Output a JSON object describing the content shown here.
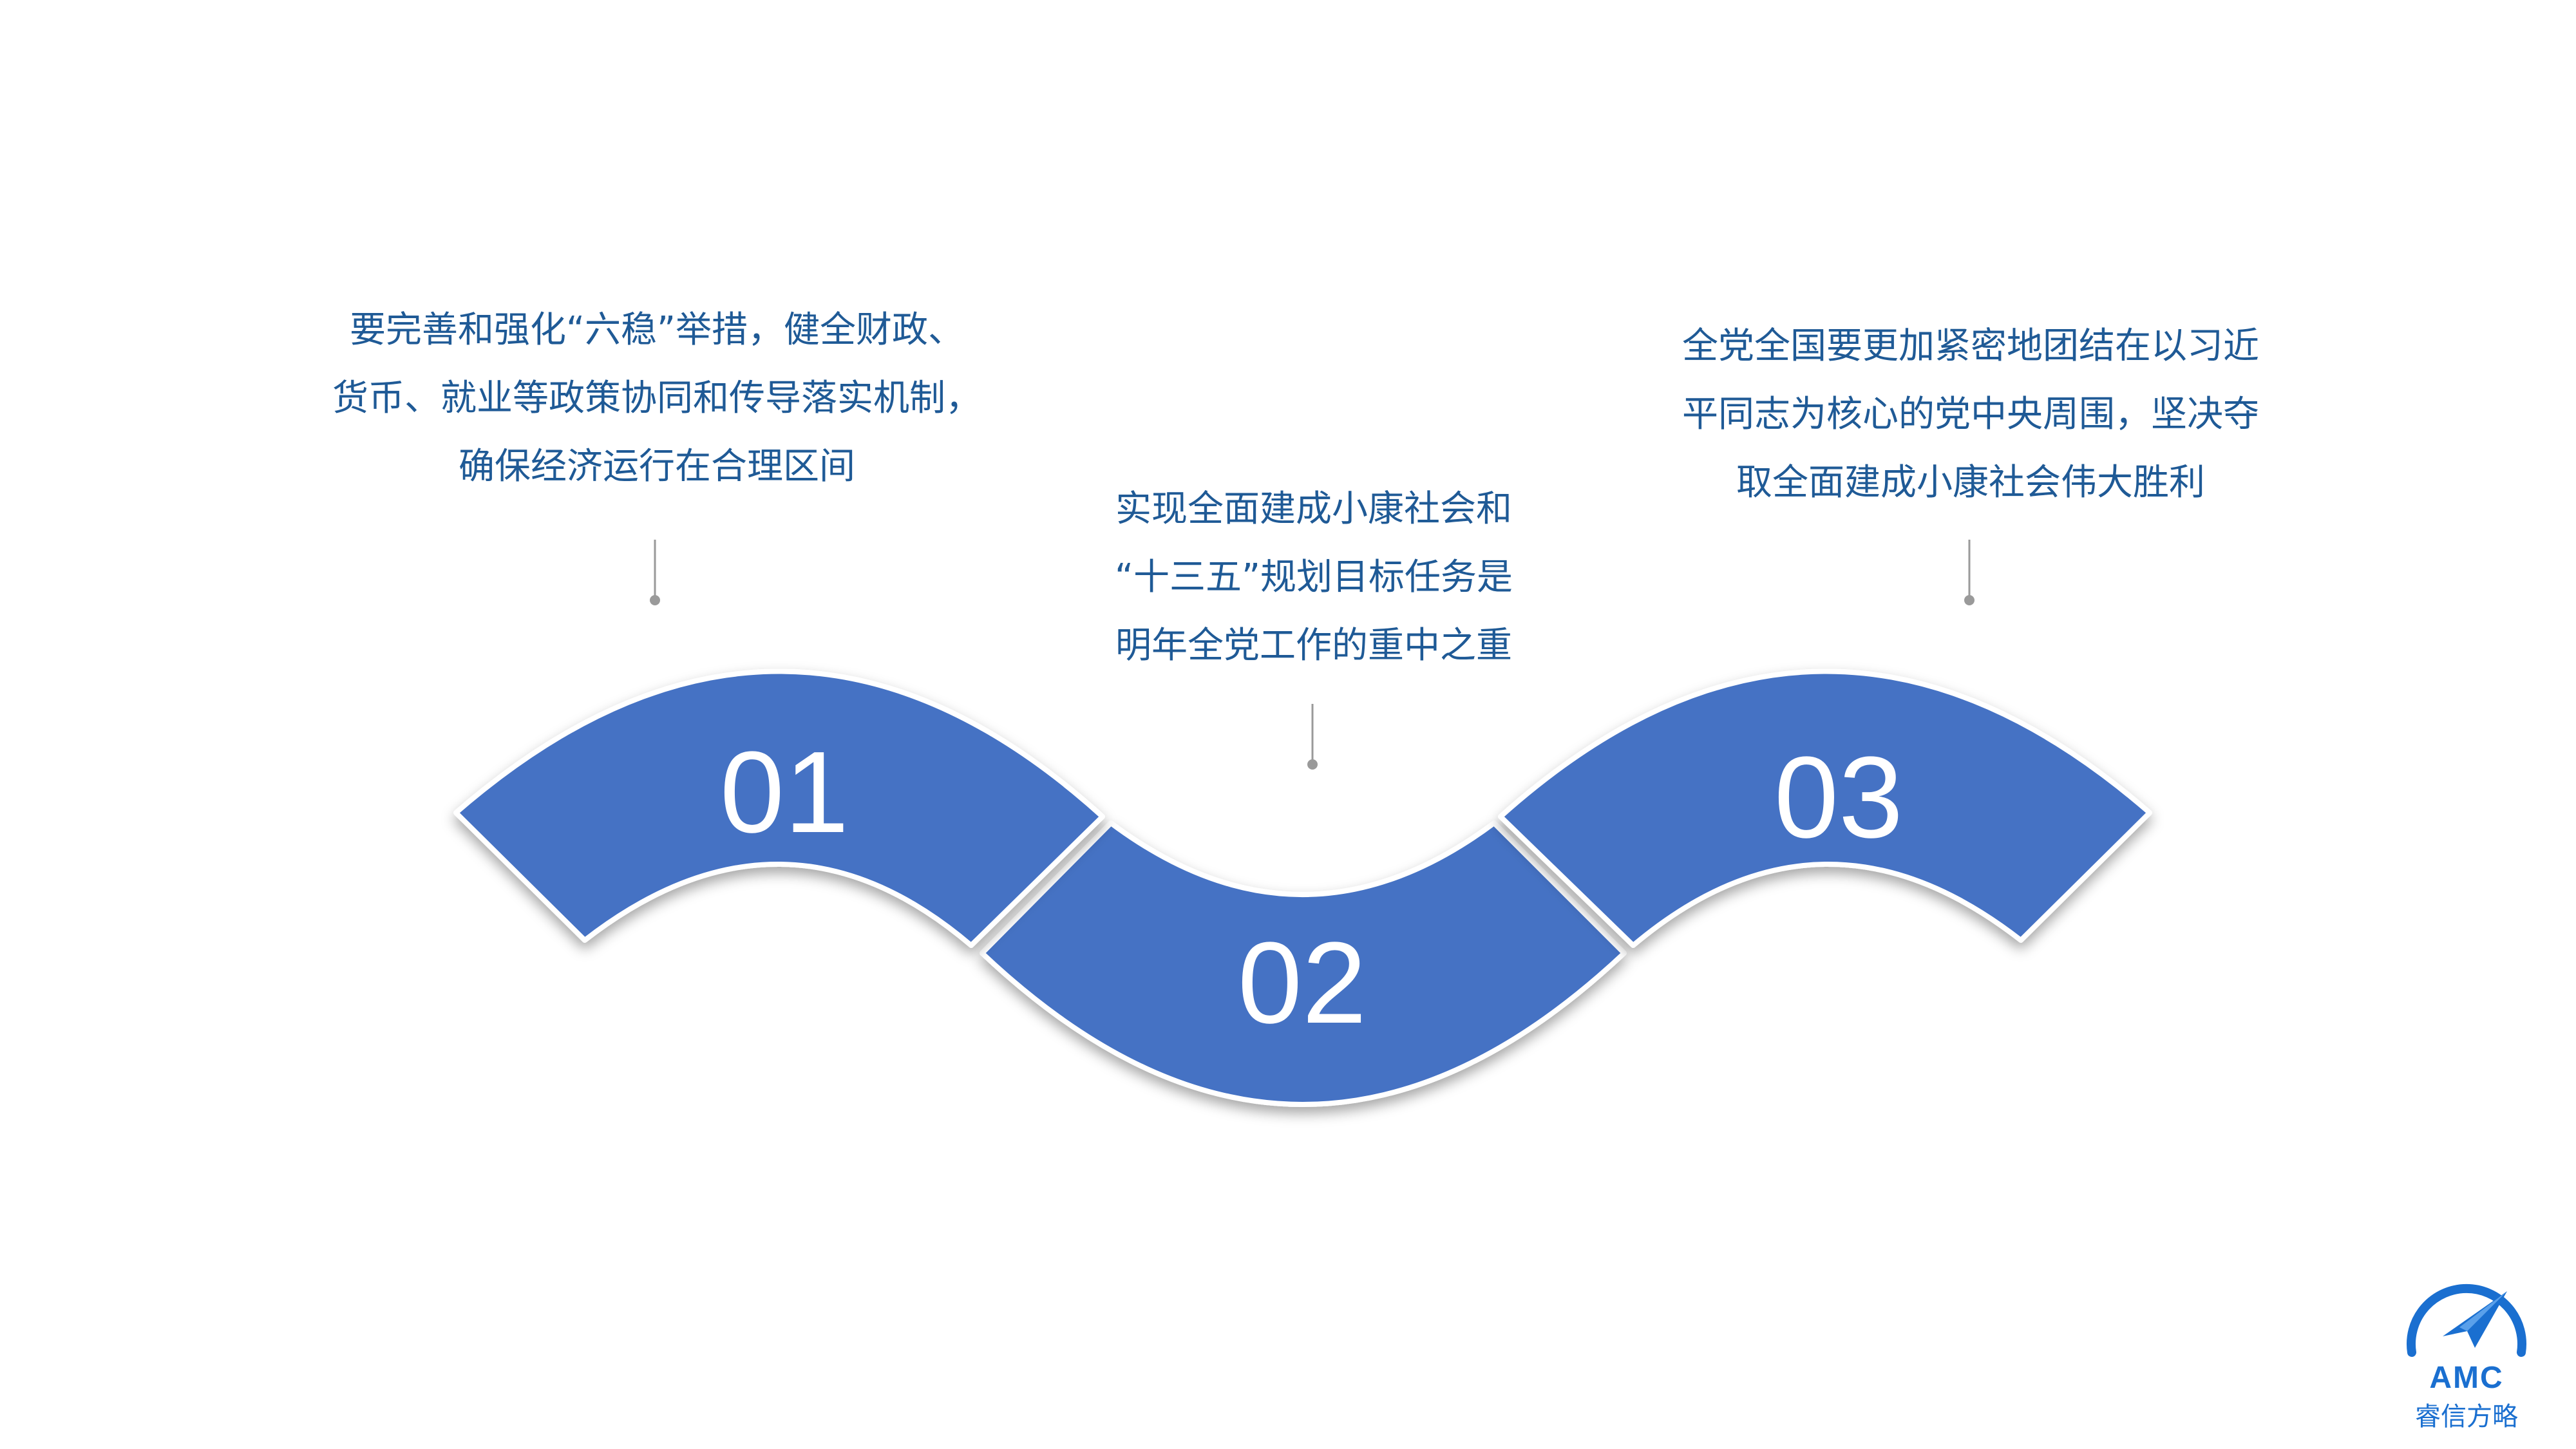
{
  "steps": [
    {
      "number": "01",
      "lines": [
        "要完善和强化“六稳”举措，健全财政、",
        "货币、就业等政策协同和传导落实机制，",
        "确保经济运行在合理区间"
      ]
    },
    {
      "number": "02",
      "lines": [
        "实现全面建成小康社会和",
        "“十三五”规划目标任务是",
        "明年全党工作的重中之重"
      ]
    },
    {
      "number": "03",
      "lines": [
        "全党全国要更加紧密地团结在以习近",
        "平同志为核心的党中央周围，坚决夺",
        "取全面建成小康社会伟大胜利"
      ]
    }
  ],
  "logo": {
    "abbr": "AMC",
    "name": "睿信方略"
  },
  "colors": {
    "segment_fill": "#4472c4",
    "segment_stroke": "#ffffff",
    "text": "#1f5a96",
    "connector": "#9a9a9a",
    "logo": "#1a6fd0"
  }
}
